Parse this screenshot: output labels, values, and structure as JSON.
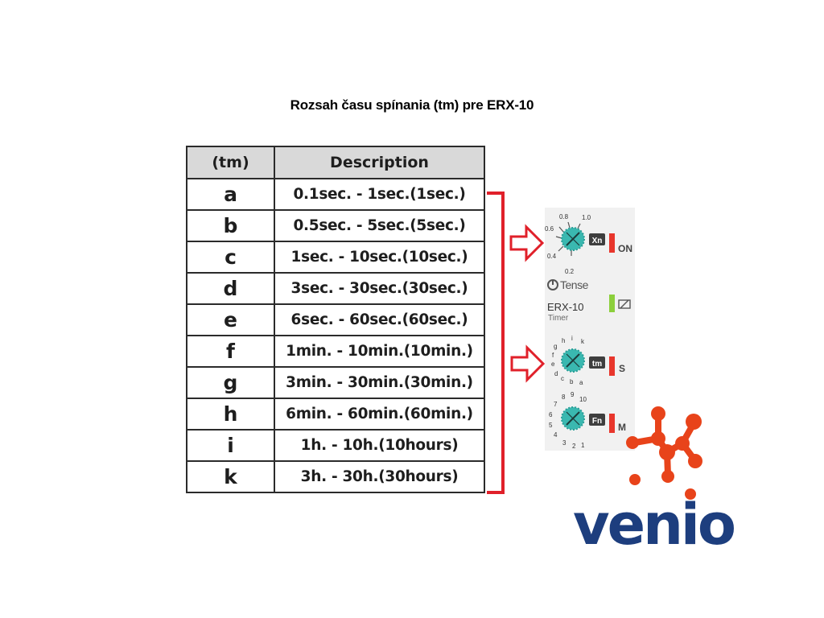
{
  "title": "Rozsah času spínania (tm) pre ERX-10",
  "table": {
    "headers": [
      "(tm)",
      "Description"
    ],
    "rows": [
      {
        "tm": "a",
        "description": "0.1sec. - 1sec.(1sec.)"
      },
      {
        "tm": "b",
        "description": "0.5sec. - 5sec.(5sec.)"
      },
      {
        "tm": "c",
        "description": "1sec. - 10sec.(10sec.)"
      },
      {
        "tm": "d",
        "description": "3sec. - 30sec.(30sec.)"
      },
      {
        "tm": "e",
        "description": "6sec. - 60sec.(60sec.)"
      },
      {
        "tm": "f",
        "description": "1min. - 10min.(10min.)"
      },
      {
        "tm": "g",
        "description": "3min. - 30min.(30min.)"
      },
      {
        "tm": "h",
        "description": "6min. - 60min.(60min.)"
      },
      {
        "tm": "i",
        "description": "1h. - 10h.(10hours)"
      },
      {
        "tm": "k",
        "description": "3h. - 30h.(30hours)"
      }
    ]
  },
  "device": {
    "brand": "Tense",
    "model": "ERX-10",
    "subtitle": "Timer",
    "dial_xn": {
      "tag": "Xn",
      "indicator": "ON",
      "scale": [
        "0.2",
        "0.4",
        "0.6",
        "0.8",
        "1.0"
      ]
    },
    "dial_tm": {
      "tag": "tm",
      "indicator": "S",
      "scale": [
        "a",
        "b",
        "c",
        "d",
        "e",
        "f",
        "g",
        "h",
        "i",
        "k"
      ]
    },
    "dial_fn": {
      "tag": "Fn",
      "indicator": "M",
      "scale": [
        "1",
        "2",
        "3",
        "4",
        "5",
        "6",
        "7",
        "8",
        "9",
        "10"
      ]
    }
  },
  "logo": {
    "text": "venio"
  },
  "colors": {
    "bracket": "#e0202a",
    "dial": "#3ab8b0",
    "logo_text": "#1d3e7e",
    "logo_mark": "#e8431a",
    "led_red": "#e8362c",
    "led_green": "#8ccf3c",
    "table_header_bg": "#d9d9d9"
  }
}
